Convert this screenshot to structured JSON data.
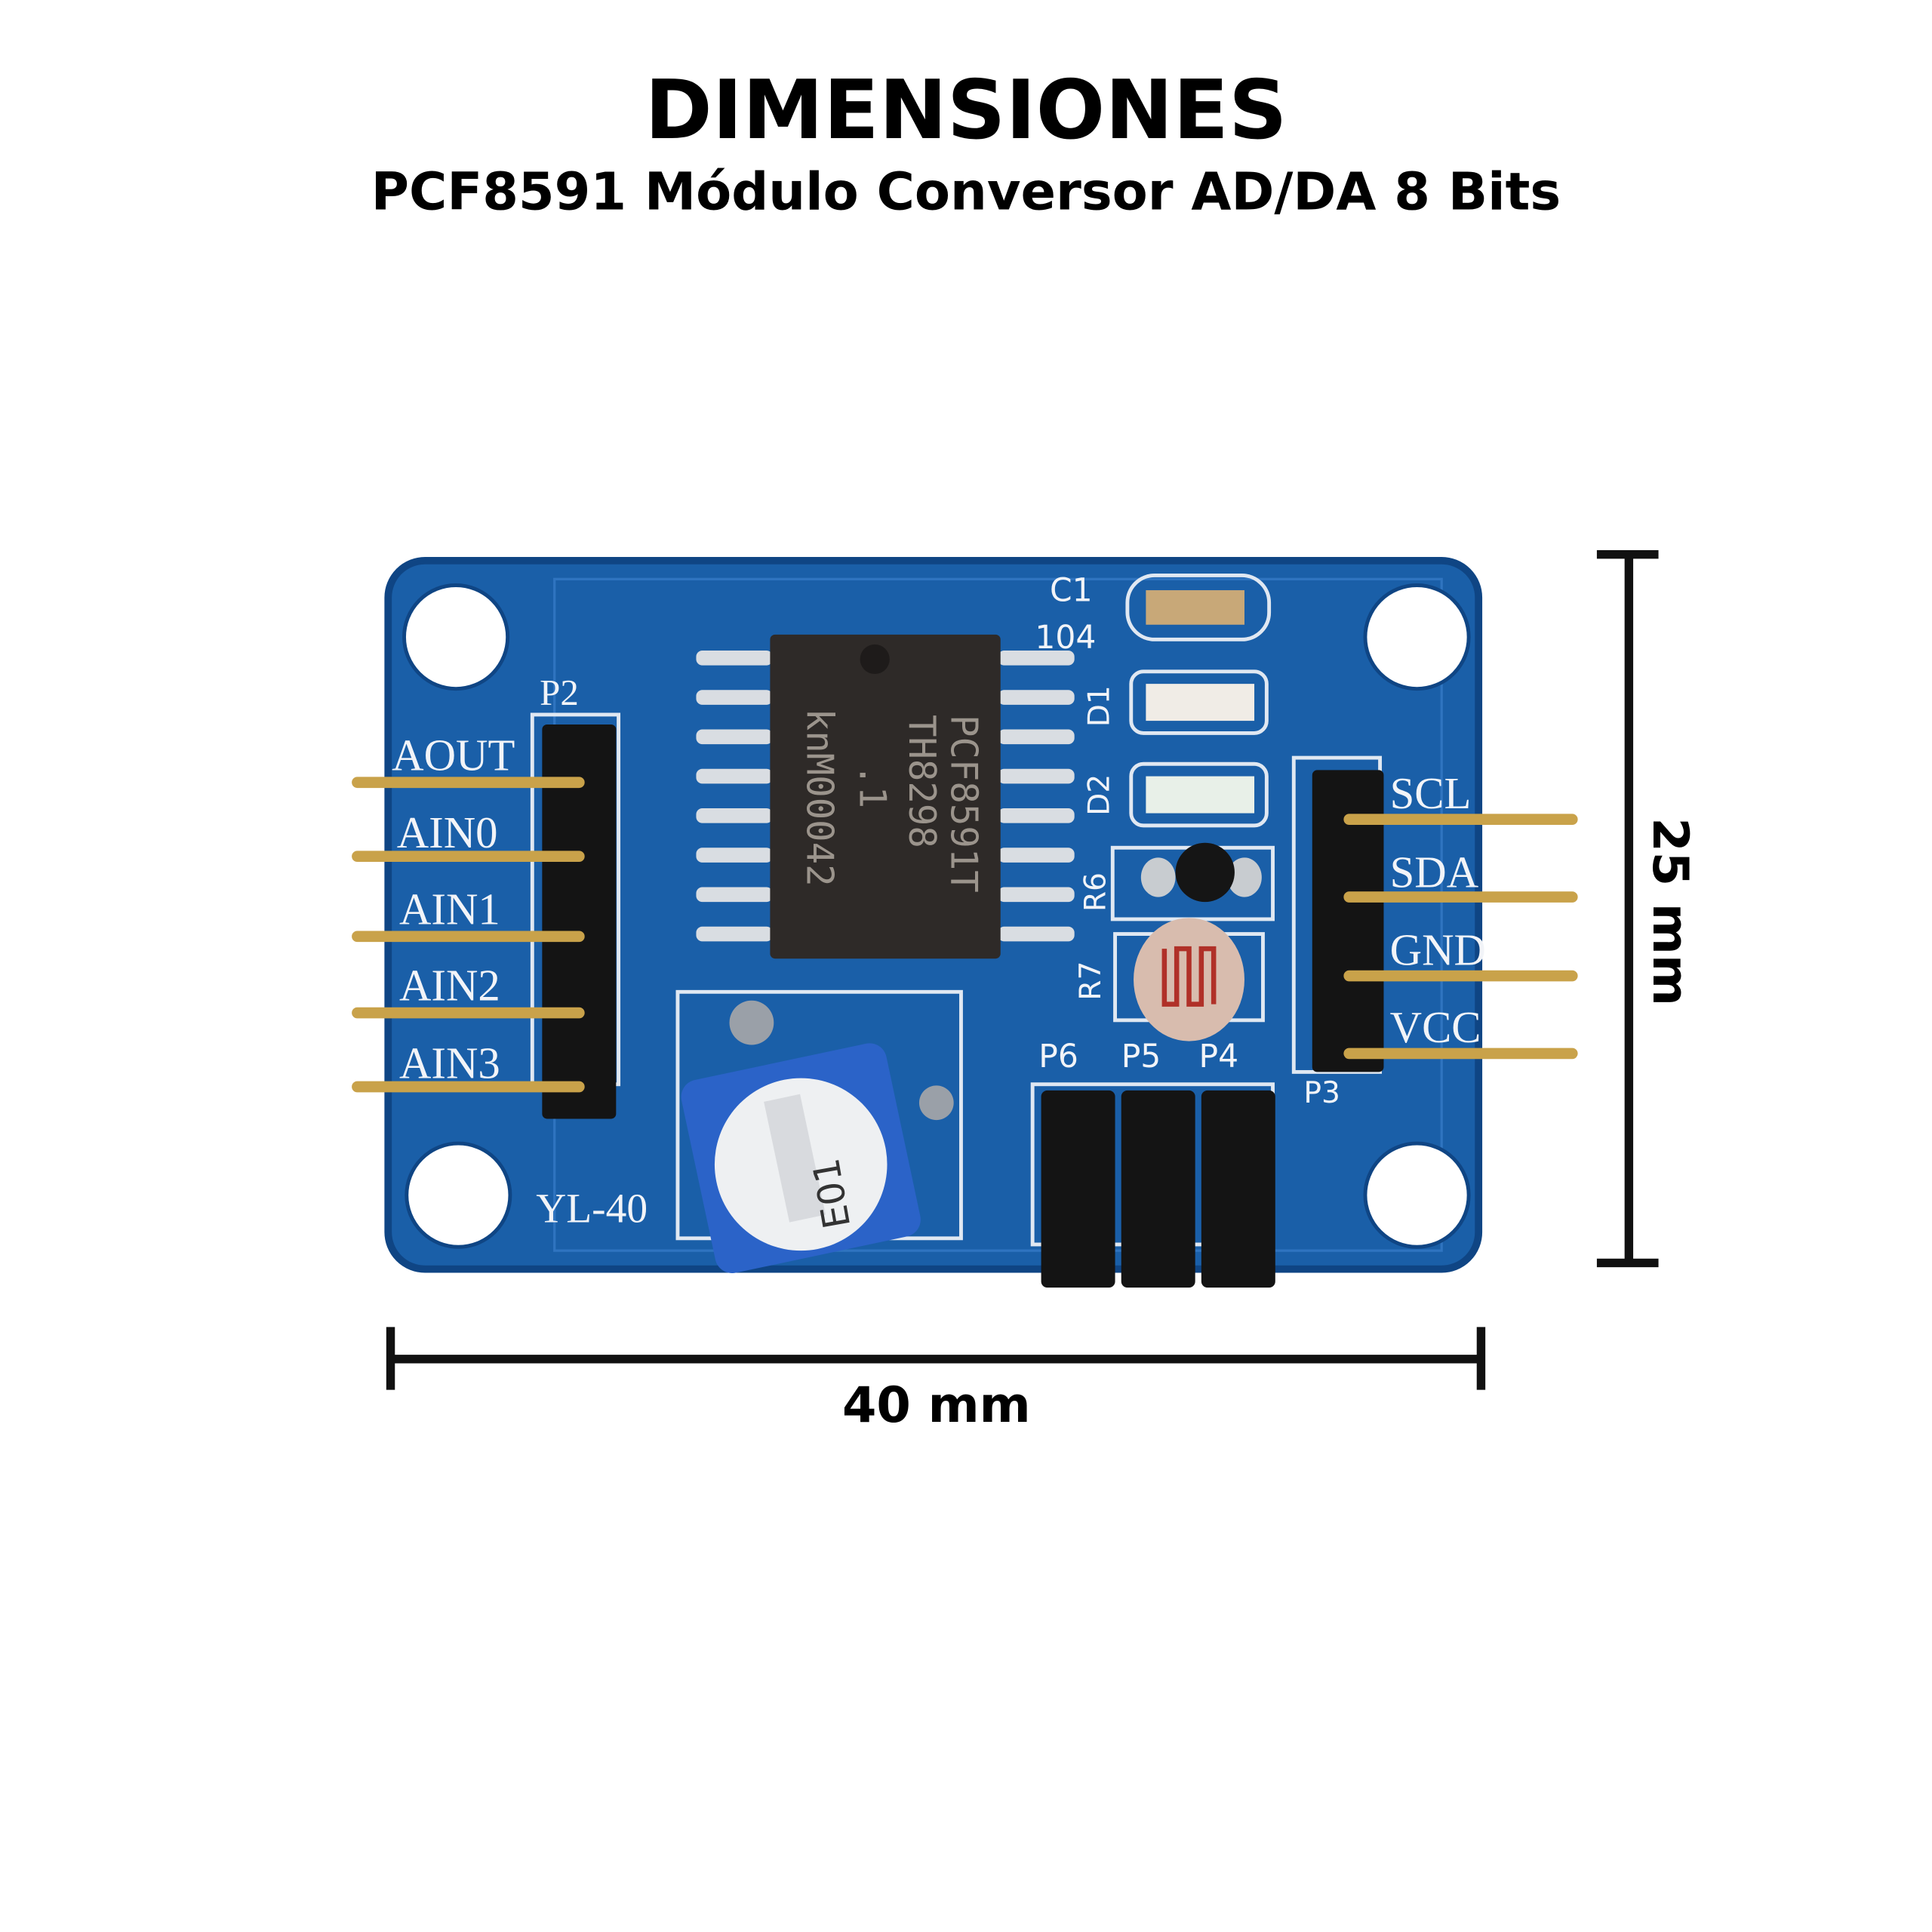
{
  "title": "DIMENSIONES",
  "subtitle": "PCF8591 Módulo Conversor AD/DA 8 Bits",
  "dimensions": {
    "width_label": "40 mm",
    "height_label": "25 mm"
  },
  "board": {
    "model": "YL-40",
    "left_header": {
      "name": "P2",
      "pins": [
        "AOUT",
        "AIN0",
        "AIN1",
        "AIN2",
        "AIN3"
      ]
    },
    "right_header": {
      "name": "P3",
      "pins": [
        "SCL",
        "SDA",
        "GND",
        "VCC"
      ]
    },
    "jumpers": [
      "P6",
      "P5",
      "P4"
    ],
    "components": {
      "c1": "C1",
      "c1_value": "104",
      "d1": "D1",
      "d2": "D2",
      "r6": "R6",
      "r7": "R7"
    },
    "chip": {
      "line1": "PCF8591T",
      "line2": "TH8298",
      "line3": ".1",
      "line4": "knM00042"
    },
    "pot_marking": "E01"
  },
  "colors": {
    "pcb": "#1a5fa8",
    "text": "#000000"
  }
}
